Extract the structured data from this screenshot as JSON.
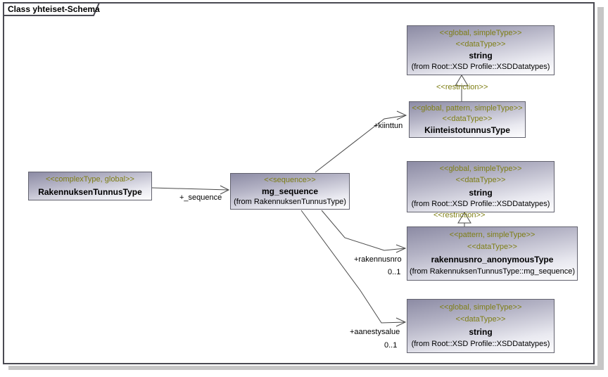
{
  "diagram": {
    "title": "Class yhteiset-Schema"
  },
  "colors": {
    "stereotype": "#7e7e14",
    "box_border": "#62626e",
    "box_gradient_top": "#8c8ba4",
    "box_gradient_bottom": "#fdfdfe",
    "frame_border": "#4a4a52",
    "shadow": "#c6c6c6",
    "line": "#4a4a4a"
  },
  "boxes": {
    "string_top": {
      "st1": "<<global, simpleType>>",
      "st2": "<<dataType>>",
      "name": "string",
      "from": "(from Root::XSD Profile::XSDDatatypes)"
    },
    "kiinteisto": {
      "st1": "<<global, pattern, simpleType>>",
      "st2": "<<dataType>>",
      "name": "KiinteistotunnusType"
    },
    "rakennuksen_tunnus": {
      "st1": "<<complexType, global>>",
      "name": "RakennuksenTunnusType"
    },
    "mg_sequence": {
      "st1": "<<sequence>>",
      "name": "mg_sequence",
      "from": "(from RakennuksenTunnusType)"
    },
    "string_mid": {
      "st1": "<<global, simpleType>>",
      "st2": "<<dataType>>",
      "name": "string",
      "from": "(from Root::XSD Profile::XSDDatatypes)"
    },
    "rakennusnro_anon": {
      "st1": "<<pattern, simpleType>>",
      "st2": "<<dataType>>",
      "name": "rakennusnro_anonymousType",
      "from": "(from RakennuksenTunnusType::mg_sequence)"
    },
    "string_bottom": {
      "st1": "<<global, simpleType>>",
      "st2": "<<dataType>>",
      "name": "string",
      "from": "(from Root::XSD Profile::XSDDatatypes)"
    }
  },
  "edges": {
    "sequence_label": "+_sequence",
    "kiinttun_label": "+kiinttun",
    "rakennusnro_label": "+rakennusnro",
    "rakennusnro_mult": "0..1",
    "aanestysalue_label": "+aanestysalue",
    "aanestysalue_mult": "0..1",
    "restriction_top_label": "<<restriction>>",
    "restriction_mid_label": "<<restriction>>"
  }
}
